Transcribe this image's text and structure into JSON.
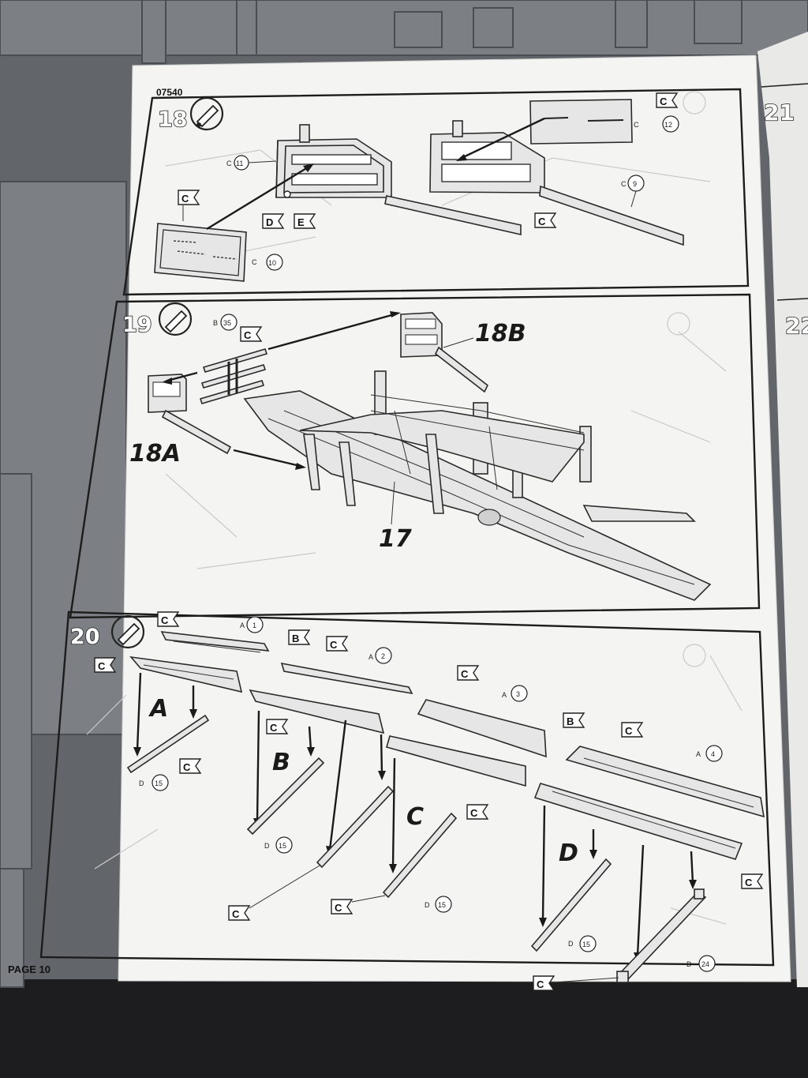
{
  "document": {
    "code": "07540",
    "page_label": "PAGE 10"
  },
  "steps": [
    {
      "number": "18",
      "parts": [
        {
          "source": "C",
          "number": "11"
        },
        {
          "source": "C",
          "number": "12"
        },
        {
          "source": "C",
          "number": "9"
        },
        {
          "source": "C",
          "number": "10"
        }
      ],
      "paint_flags": [
        "C",
        "C",
        "C",
        "D",
        "E"
      ]
    },
    {
      "number": "19",
      "parts": [
        {
          "source": "B",
          "number": "35"
        }
      ],
      "paint_flags": [
        "C"
      ],
      "callouts": [
        "18B",
        "18A",
        "17"
      ]
    },
    {
      "number": "20",
      "parts": [
        {
          "source": "A",
          "number": "1"
        },
        {
          "source": "A",
          "number": "2"
        },
        {
          "source": "A",
          "number": "3"
        },
        {
          "source": "A",
          "number": "4"
        },
        {
          "source": "D",
          "number": "15"
        },
        {
          "source": "D",
          "number": "24"
        }
      ],
      "sub_labels": [
        "A",
        "B",
        "C",
        "D"
      ],
      "paint_flags": [
        "C",
        "B",
        "C",
        "C",
        "C",
        "B",
        "C",
        "C",
        "C",
        "C",
        "C",
        "C",
        "C"
      ]
    }
  ],
  "adjacent_page": {
    "step_numbers": [
      "21",
      "22"
    ]
  },
  "colors": {
    "paper": "#f4f4f2",
    "ink": "#1a1a1a",
    "background": "#6f7377",
    "sprue": "#5d6166"
  }
}
